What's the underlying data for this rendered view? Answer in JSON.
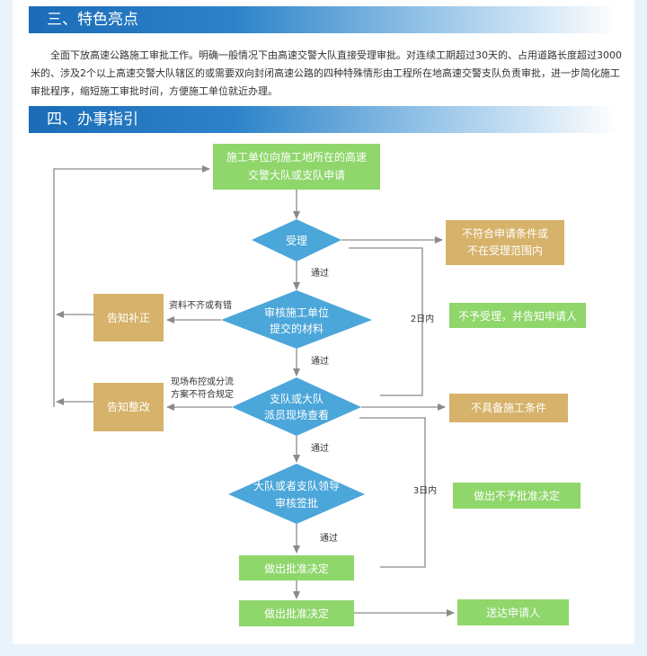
{
  "sections": [
    {
      "title": "三、特色亮点"
    },
    {
      "title": "四、办事指引"
    }
  ],
  "intro": "全面下放高速公路施工审批工作。明确一般情况下由高速交警大队直接受理审批。对连续工期超过30天的、占用道路长度超过3000米的、涉及2个以上高速交警大队辖区的或需要双向封闭高速公路的四种特殊情形由工程所在地高速交警支队负责审批，进一步简化施工审批程序，缩短施工审批时间，方便施工单位就近办理。",
  "colors": {
    "green": "#8fd66b",
    "tan": "#d6b26a",
    "diamond": "#4ba6d9",
    "line": "#8a8a8a"
  },
  "flow": {
    "start": [
      "施工单位向施工地所在的高速",
      "交警大队或支队申请"
    ],
    "accept": "受理",
    "not_eligible": [
      "不符合申请条件或",
      "不在受理范围内"
    ],
    "review_materials": [
      "审核施工单位",
      "提交的材料"
    ],
    "notify_correction": "告知补正",
    "materials_incomplete": "资料不齐或有错",
    "no_accept": "不予受理，并告知申请人",
    "days2": "2日内",
    "onsite": [
      "支队或大队",
      "派员现场查看"
    ],
    "notify_rectify": "告知整改",
    "site_issue": [
      "现场布控或分流",
      "方案不符合规定"
    ],
    "no_conditions": "不具备施工条件",
    "leader_review": [
      "大队或者支队领导",
      "审核签批"
    ],
    "days3": "3日内",
    "no_approval": "做出不予批准决定",
    "approve1": "做出批准决定",
    "approve2": "做出批准决定",
    "deliver": "送达申请人",
    "pass1": "通过",
    "pass2": "通过",
    "pass3": "通过",
    "pass4": "通过"
  }
}
